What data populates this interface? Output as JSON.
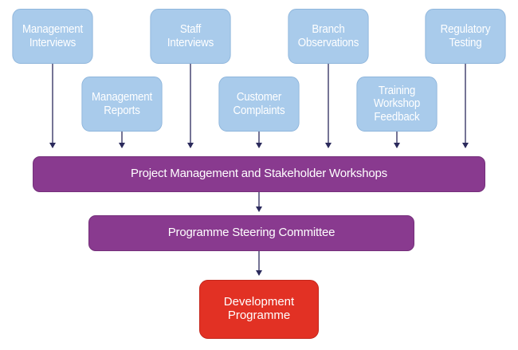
{
  "sources": {
    "management_interviews": "Management\nInterviews",
    "management_reports": "Management\nReports",
    "staff_interviews": "Staff\nInterviews",
    "customer_complaints": "Customer\nComplaints",
    "branch_observations": "Branch\nObservations",
    "training_workshop_feedback": "Training\nWorkshop\nFeedback",
    "regulatory_testing": "Regulatory\nTesting"
  },
  "workshops_label": "Project Management and Stakeholder Workshops",
  "steering_label": "Programme Steering Committee",
  "outcome_label": "Development\nProgramme",
  "colors": {
    "source_fill": "#a9cbeb",
    "bar_fill": "#893a8f",
    "outcome_fill": "#e23124",
    "arrow": "#2b2a5c"
  }
}
